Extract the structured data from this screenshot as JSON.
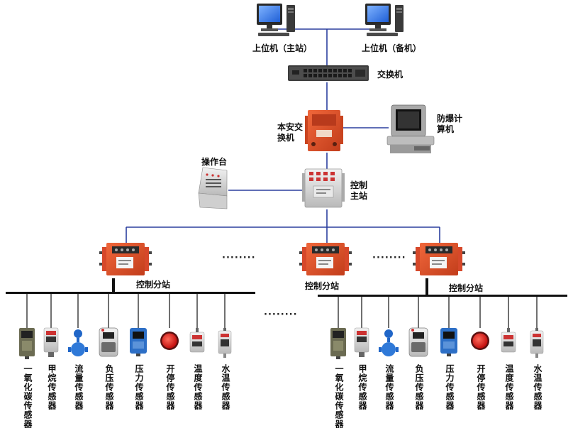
{
  "nodes": {
    "host_main": "上位机（主站）",
    "host_backup": "上位机（备机）",
    "switch": "交换机",
    "intrinsic_switch": "本安交换机",
    "explosion_pc": "防爆计算机",
    "console": "操作台",
    "main_station": "控制主站"
  },
  "sub_station_label": "控制分站",
  "ellipsis": "········",
  "sensors": [
    {
      "name": "一氧化碳传感器",
      "kind": "co"
    },
    {
      "name": "甲烷传感器",
      "kind": "ch4"
    },
    {
      "name": "流量传感器",
      "kind": "flow"
    },
    {
      "name": "负压传感器",
      "kind": "pressure-neg"
    },
    {
      "name": "压力传感器",
      "kind": "pressure"
    },
    {
      "name": "开停传感器",
      "kind": "onoff"
    },
    {
      "name": "温度传感器",
      "kind": "temp"
    },
    {
      "name": "水温传感器",
      "kind": "water-temp"
    }
  ],
  "colors": {
    "link": "#2b3f9e",
    "bus": "#111111",
    "station_orange": "#e0502a",
    "signal_red": "#e11b1b"
  }
}
